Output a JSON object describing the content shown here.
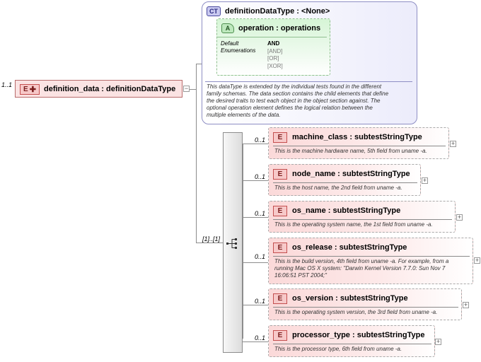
{
  "root": {
    "multiplicity": "1..1",
    "badge": "E",
    "name": "definition_data : definitionDataType"
  },
  "complex_type": {
    "badge": "CT",
    "title": "definitionDataType : <None>",
    "attribute": {
      "badge": "A",
      "name": "operation : operations",
      "key_line1": "Default",
      "key_line2": "Enumerations",
      "default_value": "AND",
      "enumerations": [
        "[AND]",
        "[OR]",
        "[XOR]"
      ]
    },
    "description": [
      "This dataType is extended by the individual tests found in the different",
      "family schemas.  The data section contains the child elements that define",
      "the desired traits to test each object in the object section against.  The",
      "optional operation element defines the logical relation between the",
      "multiple elements of the data."
    ]
  },
  "sequence": {
    "multiplicity": "[1]..[1]",
    "icon": "sequence-icon"
  },
  "children": [
    {
      "multiplicity": "0..1",
      "badge": "E",
      "name": "machine_class : subtestStringType",
      "description": [
        "This is the machine hardware name, 5th field from uname -a."
      ]
    },
    {
      "multiplicity": "0..1",
      "badge": "E",
      "name": "node_name : subtestStringType",
      "description": [
        "This is the host name, the 2nd field from uname -a."
      ]
    },
    {
      "multiplicity": "0..1",
      "badge": "E",
      "name": "os_name : subtestStringType",
      "description": [
        "This is the operating system name, the 1st field from uname -a."
      ]
    },
    {
      "multiplicity": "0..1",
      "badge": "E",
      "name": "os_release : subtestStringType",
      "description": [
        "This is the build version, 4th field from uname -a. For example, from a",
        "running Mac OS X system: \"Darwin Kernel Version 7.7.0: Sun Nov  7",
        "16:06:51 PST 2004;\""
      ]
    },
    {
      "multiplicity": "0..1",
      "badge": "E",
      "name": "os_version : subtestStringType",
      "description": [
        "This is the operating system version, the 3rd field from uname -a."
      ]
    },
    {
      "multiplicity": "0..1",
      "badge": "E",
      "name": "processor_type : subtestStringType",
      "description": [
        "This is the processor type, 6th field from uname -a."
      ]
    }
  ]
}
